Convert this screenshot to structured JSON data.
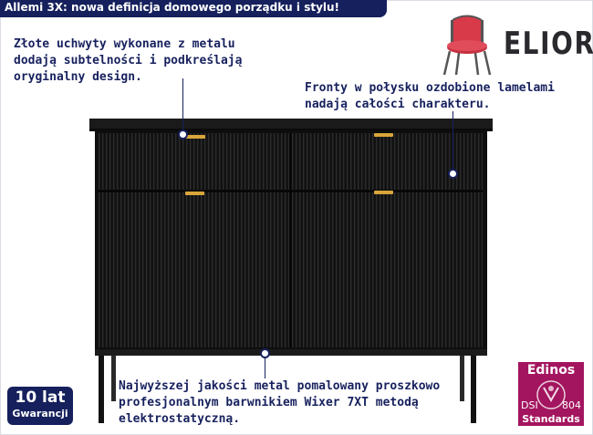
{
  "header": {
    "title": "Allemi 3X: nowa definicja domowego porządku i stylu!"
  },
  "brand": {
    "name": "ELIOR",
    "icon": "chair-icon",
    "accent_color": "#d83a4a"
  },
  "features": [
    {
      "text": "Złote uchwyty wykonane z metalu\ndodają subtelności i podkreślają\noryginalny design."
    },
    {
      "text": "Fronty w połysku ozdobione lamelami\nnadają całości charakteru."
    },
    {
      "text": "Najwyższej jakości metal pomalowany proszkowo\nprofesjonalnym barwnikiem Wixer 7XT metodą\nelektrostatyczną."
    }
  ],
  "warranty": {
    "years": "10 lat",
    "label": "Gwarancji"
  },
  "certification": {
    "name": "Edinos",
    "seal_left": "DSI",
    "seal_right": "804",
    "standards": "Standards"
  },
  "colors": {
    "navy": "#15205c",
    "magenta": "#a3155f",
    "gold": "#d9a63a",
    "furniture": "#141414"
  }
}
